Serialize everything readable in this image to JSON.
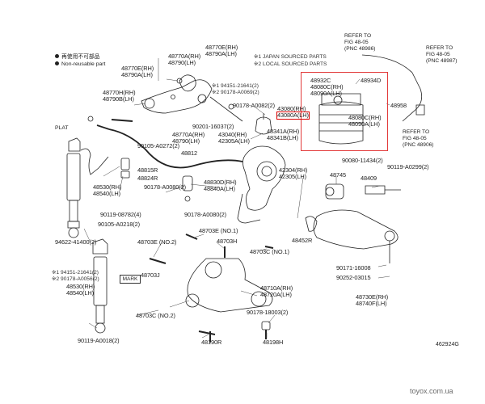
{
  "legend": {
    "reuse_text": "再使用不可部品",
    "nonreuse_text": "Non-reusable part"
  },
  "notes": {
    "note1": "※1  JAPAN SOURCED PARTS",
    "note2": "※2  LOCAL SOURCED PARTS",
    "note3": "※1  94151-21641(2)",
    "note4": "※2  90178-A0069(2)",
    "note5": "※1  94151-21641(2)",
    "note6": "※2  90178-A0056(2)"
  },
  "refs": {
    "r1a": "REFER TO",
    "r1b": "FIG 48-05",
    "r1c": "(PNC 48986)",
    "r2a": "REFER TO",
    "r2b": "FIG 48-05",
    "r2c": "(PNC 48987)",
    "r3a": "REFER TO",
    "r3b": "FIG 48-05",
    "r3c": "(PNC 48906)"
  },
  "labels": {
    "p48770E_RH": "48770E(RH)",
    "p48790A_LH": "48790A(LH)",
    "p48770H_RH": "48770H(RH)",
    "p48790B_LH": "48790B(LH)",
    "p48770A_RH": "48770A(RH)",
    "p48790_LH": "48790(LH)",
    "p48770E_RH2": "48770E(RH)",
    "p48790A_LH2": "48790A(LH)",
    "p90178_A0082": "90178-A0082(2)",
    "p90201_16037": "90201-16037(2)",
    "p43080_RH": "43080(RH)",
    "p43080A_LH": "43080A(LH)",
    "p43040_RH": "43040(RH)",
    "p42305A_LH": "42305A(LH)",
    "p48341A_RH": "48341A(RH)",
    "p48341B_LH": "48341B(LH)",
    "p90105_A0272": "90105-A0272(2)",
    "p48812": "48812",
    "p48815R": "48815R",
    "p48824R": "48824R",
    "p48830D_RH": "48830D(RH)",
    "p48840A_LH": "48840A(LH)",
    "p90178_A0080a": "90178-A0080(2)",
    "p90178_A0080b": "90178-A0080(2)",
    "p42304_RH": "42304(RH)",
    "p42305_LH": "42305(LH)",
    "p48530_RH": "48530(RH)",
    "p48540_LH": "48540(LH)",
    "p90119_08782": "90119-08782(4)",
    "p90105_A0218": "90105-A0218(2)",
    "p94622_41400": "94622-41400(2)",
    "p48703E_2": "48703E (NO.2)",
    "p48703E_1": "48703E (NO.1)",
    "p48703H": "48703H",
    "p48703C_1": "48703C (NO.1)",
    "p48452R": "48452R",
    "p48530_RH2": "48530(RH)",
    "p48540_LH2": "48540(LH)",
    "p48703J": "48703J",
    "p48703C_2": "48703C (NO.2)",
    "p48710A_RH": "48710A(RH)",
    "p48720A_LH": "48720A(LH)",
    "p90178_18003": "90178-18003(2)",
    "p90119_A0018": "90119-A0018(2)",
    "p48190R": "48190R",
    "p48198H": "48198H",
    "p48932C": "48932C",
    "p48934D": "48934D",
    "p48080C_RH": "48080C(RH)",
    "p48090A_LH": "48090A(LH)",
    "p48080C_RH2": "48080C(RH)",
    "p48090A_LH2": "48090A(LH)",
    "p48958": "48958",
    "p90080_11434": "90080-11434(2)",
    "p48745": "48745",
    "p48409": "48409",
    "p90119_A0299": "90119-A0299(2)",
    "p90171_16008": "90171-16008",
    "p90252_03015": "90252-03015",
    "p48730E_RH": "48730E(RH)",
    "p48740F_LH": "48740F(LH)"
  },
  "plat": "PLAT",
  "mark": "MARK",
  "fig_id": "462924G",
  "watermark": "toyox.com.ua"
}
